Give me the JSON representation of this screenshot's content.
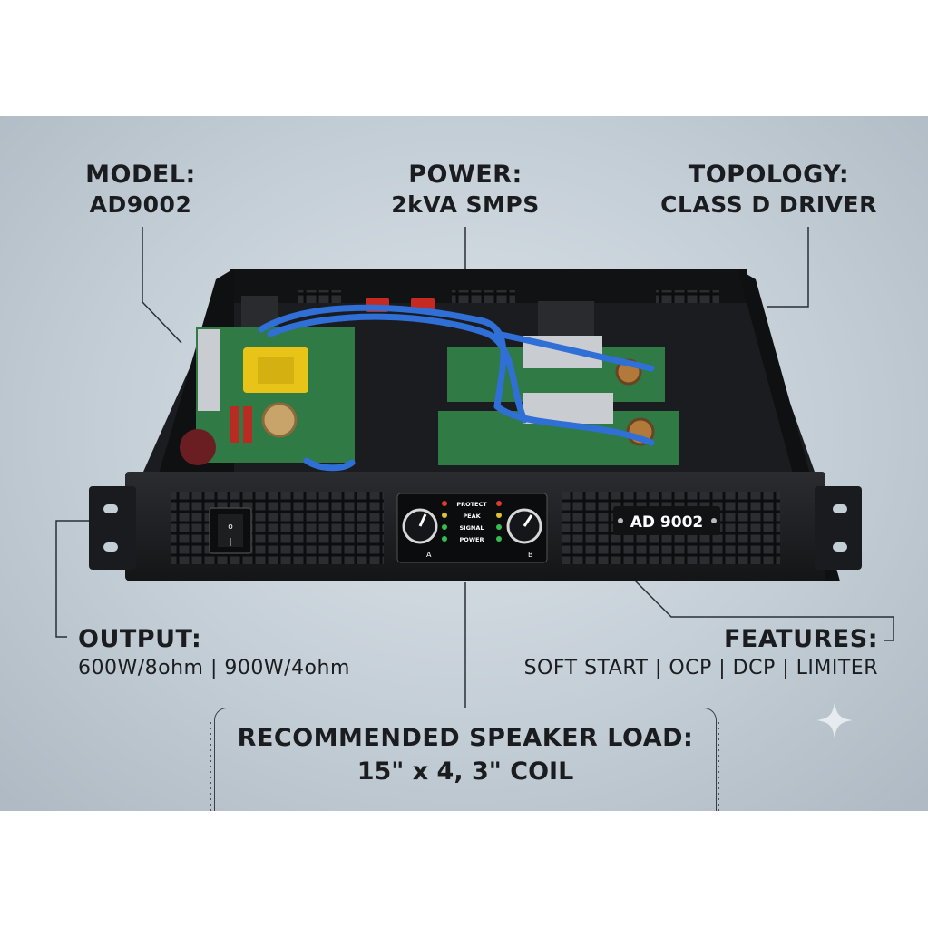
{
  "specs": {
    "model": {
      "title": "MODEL:",
      "value": "AD9002"
    },
    "power": {
      "title": "POWER:",
      "value": "2kVA SMPS"
    },
    "topology": {
      "title": "TOPOLOGY:",
      "value": "CLASS D DRIVER"
    },
    "output": {
      "title": "OUTPUT:",
      "value": "600W/8ohm | 900W/4ohm"
    },
    "features": {
      "title": "FEATURES:",
      "value": "SOFT START | OCP | DCP | LIMITER"
    }
  },
  "recommendation": {
    "title": "RECOMMENDED SPEAKER LOAD:",
    "value": "15\" x 4, 3\" COIL"
  },
  "amplifier": {
    "brand_label": "AD 9002",
    "indicators": [
      "PROTECT",
      "PEAK",
      "SIGNAL",
      "POWER"
    ],
    "channel_a": "A",
    "channel_b": "B"
  },
  "colors": {
    "background": "#c4ced6",
    "chassis": "#1c1d20",
    "cable": "#2f6fd6",
    "pcb": "#2f7a45"
  },
  "icons": [
    "power-switch-icon",
    "sparkle-icon"
  ]
}
